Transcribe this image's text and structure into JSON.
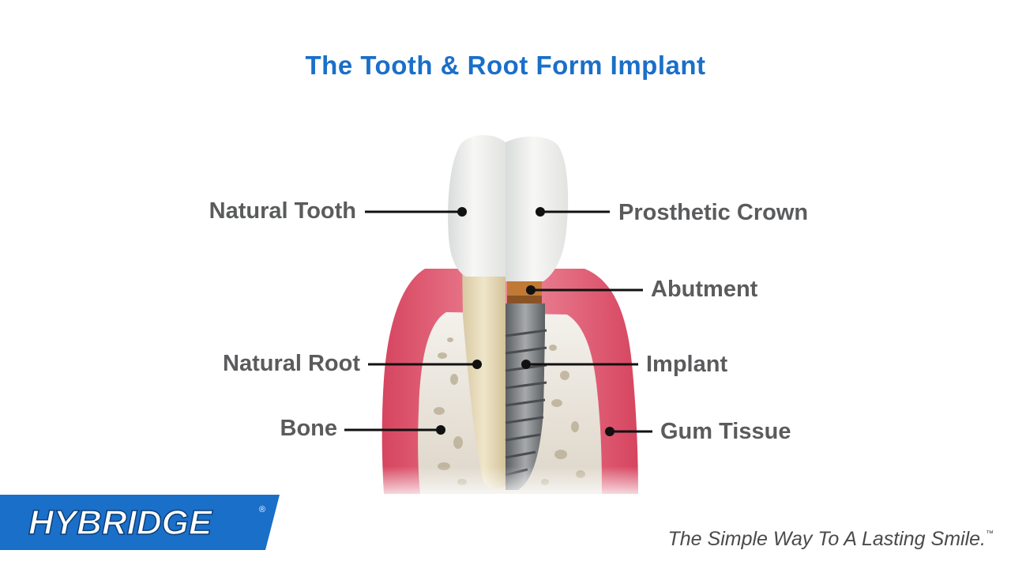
{
  "title": "The Tooth & Root Form Implant",
  "labels": {
    "natural_tooth": "Natural Tooth",
    "natural_root": "Natural Root",
    "bone": "Bone",
    "prosthetic_crown": "Prosthetic Crown",
    "abutment": "Abutment",
    "implant": "Implant",
    "gum_tissue": "Gum Tissue"
  },
  "logo": {
    "text": "HYBRIDGE",
    "mark": "®",
    "color": "#1a6fc9"
  },
  "tagline": {
    "text": "The Simple Way To A Lasting Smile.",
    "mark": "™"
  },
  "colors": {
    "title": "#1a6fc9",
    "label": "#5a5b5d",
    "gum": "#e56a7f",
    "bone": "#ece7df",
    "enamel": "#f3f3f1",
    "root": "#e8dcbc",
    "implant": "#7d8082",
    "abutment": "#c07a35"
  }
}
